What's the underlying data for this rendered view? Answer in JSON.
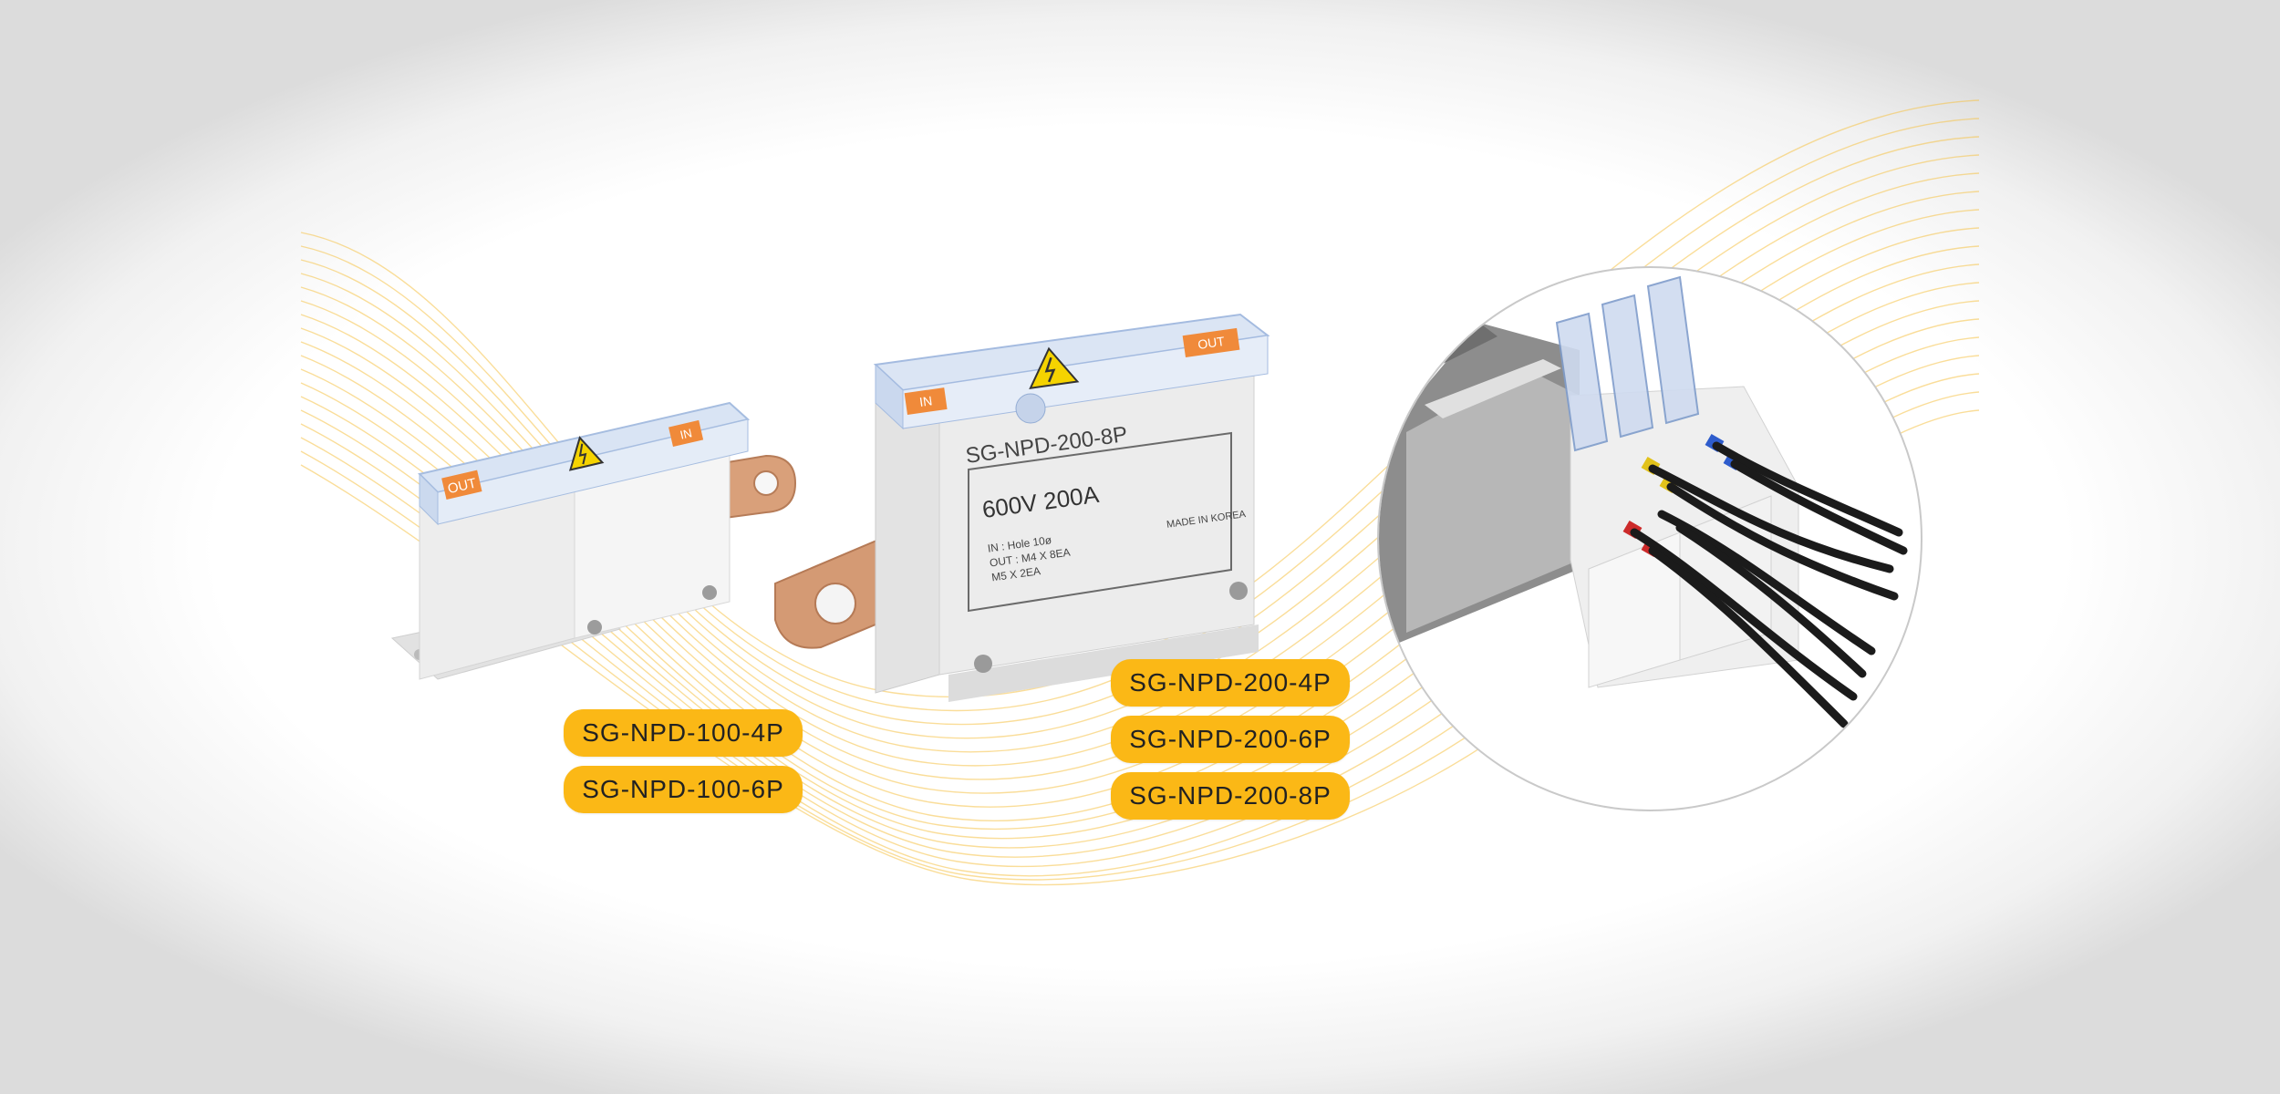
{
  "products": {
    "small": {
      "labels": [
        "SG-NPD-100-4P",
        "SG-NPD-100-6P"
      ],
      "cover_badge_out": "OUT",
      "cover_badge_in": "IN"
    },
    "large": {
      "labels": [
        "SG-NPD-200-4P",
        "SG-NPD-200-6P",
        "SG-NPD-200-8P"
      ],
      "model_text": "SG-NPD-200-8P",
      "rating_text": "600V 200A",
      "spec_in": "IN    : Hole 10ø",
      "spec_out_1": "OUT : M4 X 8EA",
      "spec_out_2": "        M5 X 2EA",
      "made_in": "MADE IN KOREA",
      "cover_badge_in": "IN",
      "cover_badge_out": "OUT"
    }
  },
  "colors": {
    "accent_pill": "#fbb816",
    "wave_line": "#f6c347",
    "cover_orange": "#f08a3a",
    "housing": "#ececec",
    "warning_yellow": "#f5d300"
  },
  "icons": [
    "warning-triangle-icon"
  ]
}
